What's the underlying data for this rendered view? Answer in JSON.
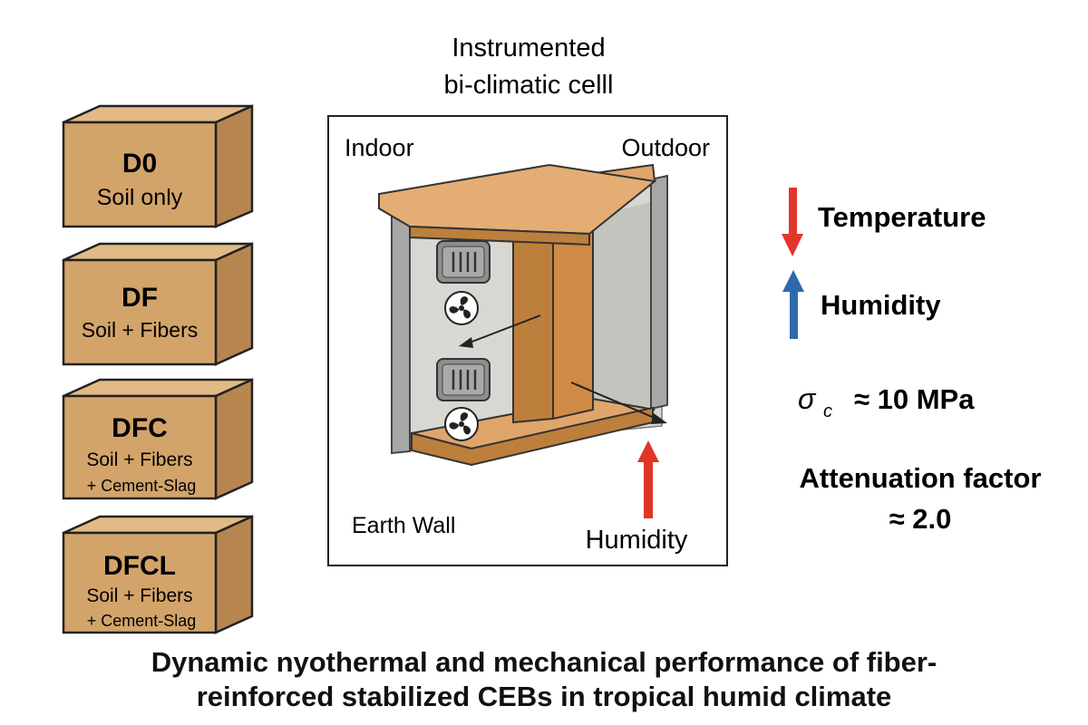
{
  "colors": {
    "box_front": "#d3a46a",
    "box_top": "#e3ba85",
    "box_side": "#b78650",
    "wood_light": "#e0a56a",
    "wood_dark": "#bd7f3c",
    "wall_grey": "#d8d8d2",
    "down_arrow": "#e1362b",
    "up_arrow_blue": "#2f69ad",
    "up_arrow_red": "#e03628"
  },
  "samples": [
    {
      "code": "D0",
      "lines": [
        "Soil only"
      ]
    },
    {
      "code": "DF",
      "lines": [
        "Soil + Fibers"
      ]
    },
    {
      "code": "DFC",
      "lines": [
        "Soil + Fibers",
        "+ Cement-Slag"
      ]
    },
    {
      "code": "DFCL",
      "lines": [
        "Soil + Fibers",
        "+ Cement-Slag"
      ]
    }
  ],
  "cell": {
    "title_line1": "Instrumented",
    "title_line2": "bi-climatic celll",
    "indoor_label": "Indoor",
    "outdoor_label": "Outdoor",
    "wall_label": "Earth Wall",
    "humidity_label": "Humidity",
    "sensor_icon": "sensor-box-icon",
    "fan_icon": "fan-icon"
  },
  "results": {
    "temperature": "Temperature",
    "humidity": "Humidity",
    "sigma_symbol": "σ",
    "sigma_sub": "c",
    "sigma_value": "≈ 10 MPa",
    "attenuation_line1": "Attenuation factor",
    "attenuation_line2": "≈ 2.0"
  },
  "title": {
    "line1": "Dynamic nyothermal and mechanical performance of fiber-",
    "line2": "reinforced stabilized CEBs in tropical humid climate"
  }
}
